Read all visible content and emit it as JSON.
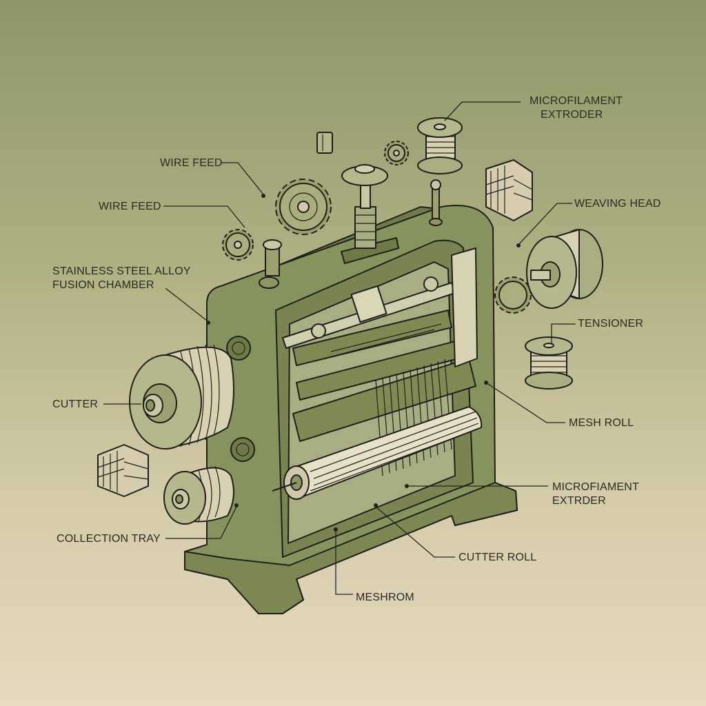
{
  "colors": {
    "background_top": "#8e9668",
    "background_bottom": "#e6dac0",
    "machine_body": "#87935c",
    "machine_shade": "#6f7a48",
    "outline": "#1e1e1a",
    "label_text": "#2a2a22"
  },
  "labels": {
    "microfilament_extruder_top": [
      "MICROFILAMENT",
      "EXTRODER"
    ],
    "wire_feed_1": "WIRE FEED",
    "wire_feed_2": "WIRE FEED",
    "weaving_head": "WEAVING HEAD",
    "fusion_chamber": [
      "STAINLESS STEEL ALLOY",
      "FUSION CHAMBER"
    ],
    "tensioner": "TENSIONER",
    "cutter": "CUTTER",
    "mesh_roll": "MESH ROLL",
    "microfiament_extrder": [
      "MICROFIAMENT",
      "EXTRDER"
    ],
    "collection_tray": "COLLECTION TRAY",
    "cutter_roll": "CUTTER ROLL",
    "meshrom": "MESHROM"
  },
  "icons": [
    "exploded-loom-machine",
    "spool-icon",
    "gear-icon",
    "mesh-cube-icon",
    "bolt-icon",
    "roller-icon"
  ]
}
